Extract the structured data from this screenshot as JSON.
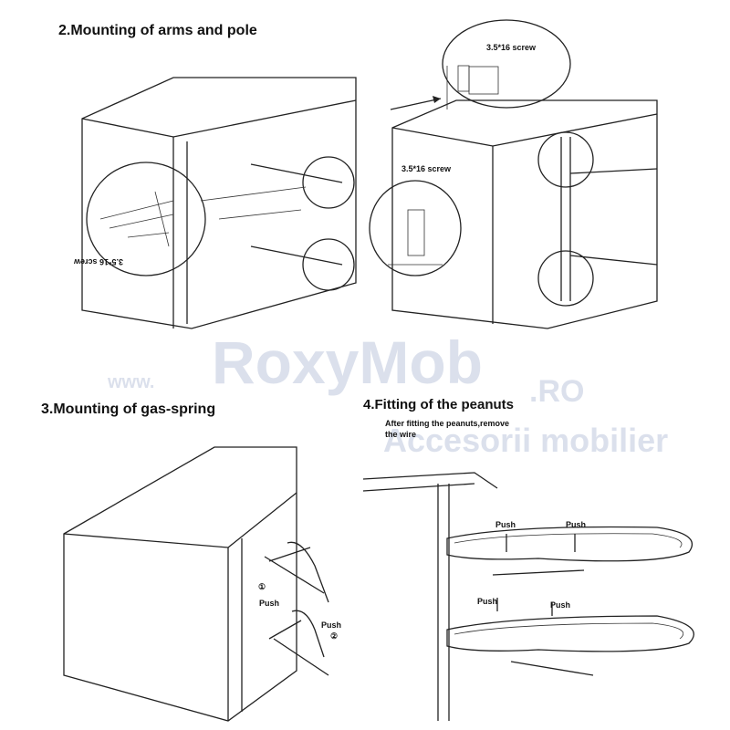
{
  "sections": {
    "arms_pole": {
      "title": "2.Mounting of arms and pole",
      "screw_label_left": "3.5*16 screw",
      "screw_label_top": "3.5*16 screw",
      "screw_label_mid": "3.5*16 screw"
    },
    "gas_spring": {
      "title": "3.Mounting of gas-spring",
      "step1": "①",
      "push1": "Push",
      "push2": "Push",
      "step2": "②"
    },
    "peanuts": {
      "title": "4.Fitting of the peanuts",
      "note_line1": "After fitting the peanuts,remove",
      "note_line2": "the wire",
      "push_labels": [
        "Push",
        "Push",
        "Push",
        "Push"
      ]
    }
  },
  "watermark": {
    "brand": "RoxyMob",
    "domain": ".RO",
    "prefix": "www.",
    "tagline": "Accesorii mobilier"
  }
}
